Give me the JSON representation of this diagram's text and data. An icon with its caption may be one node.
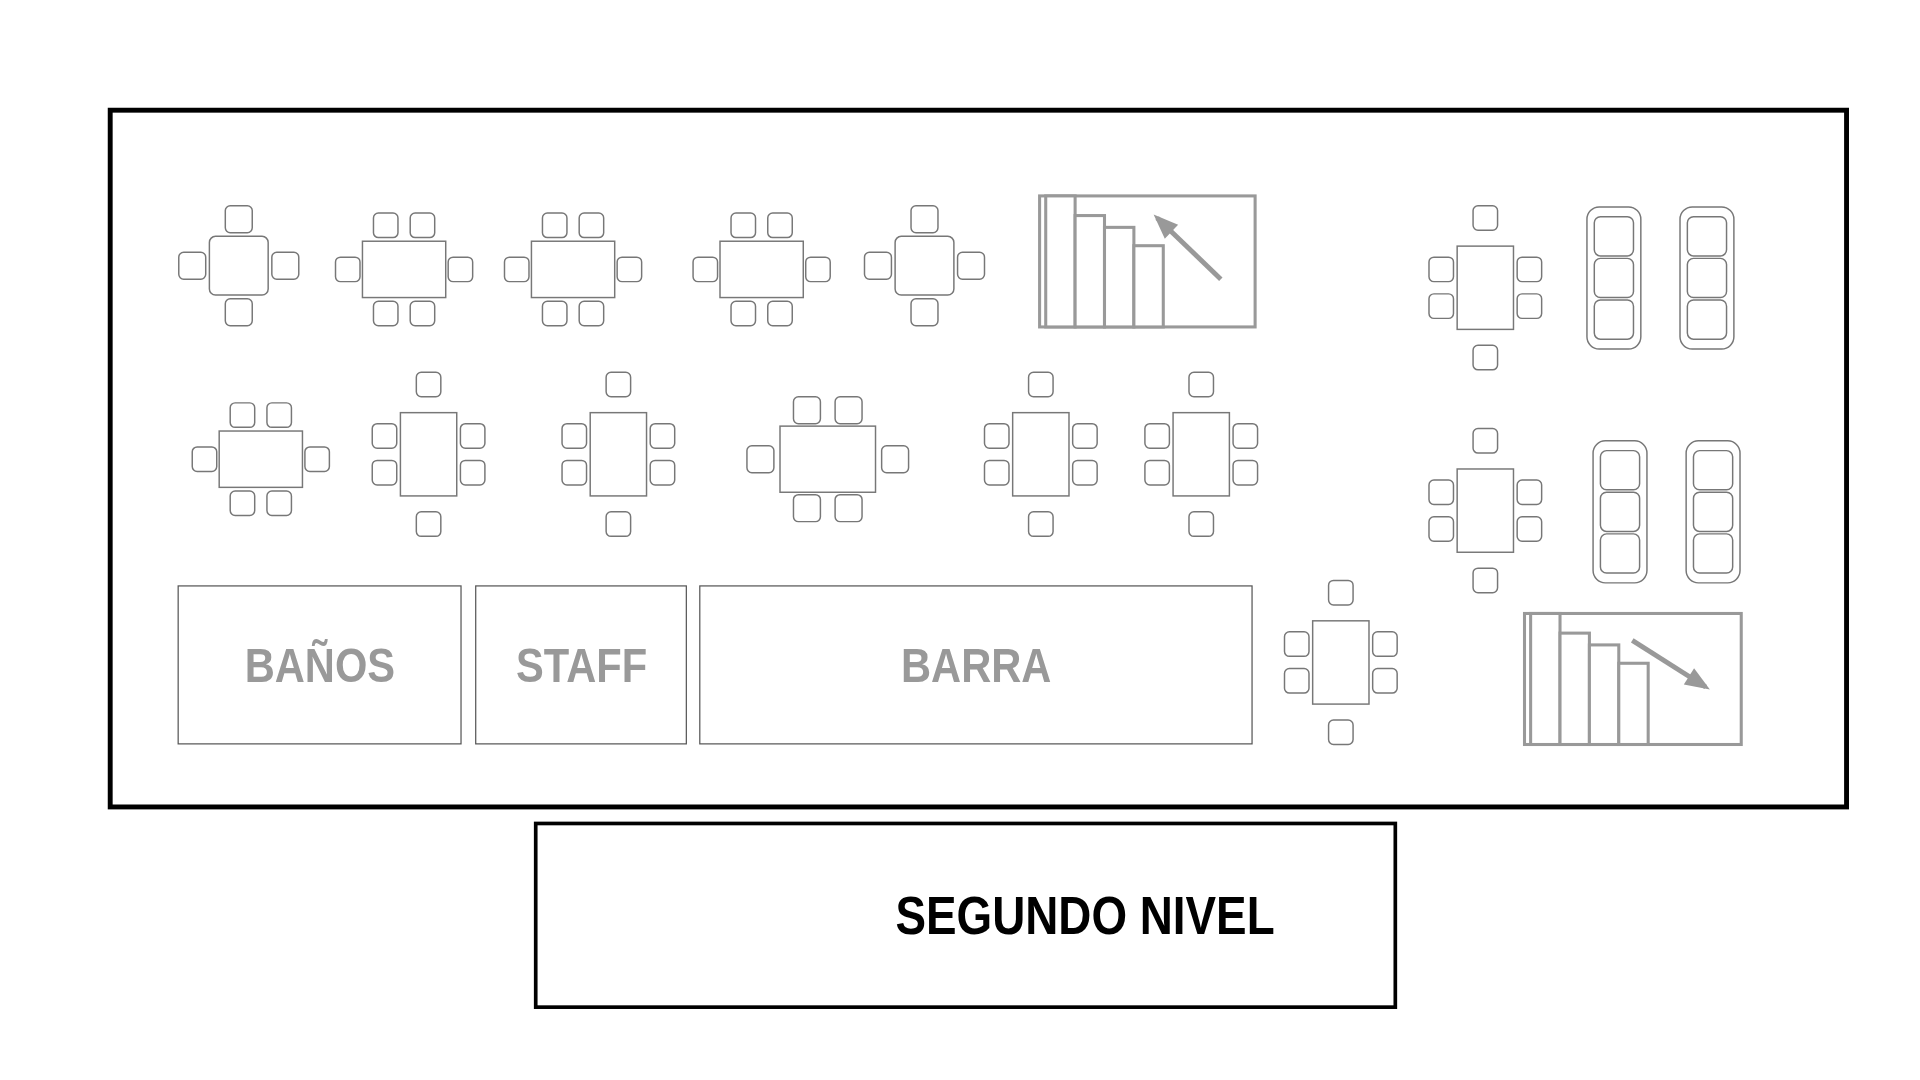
{
  "diagram": {
    "nodes": [
      {
        "text": [
          "BAÑOS"
        ]
      },
      {
        "text": [
          "STAFF"
        ]
      },
      {
        "text": [
          "BARRA"
        ]
      },
      {
        "text": [
          "SEGUNDO NIVEL"
        ]
      }
    ]
  }
}
